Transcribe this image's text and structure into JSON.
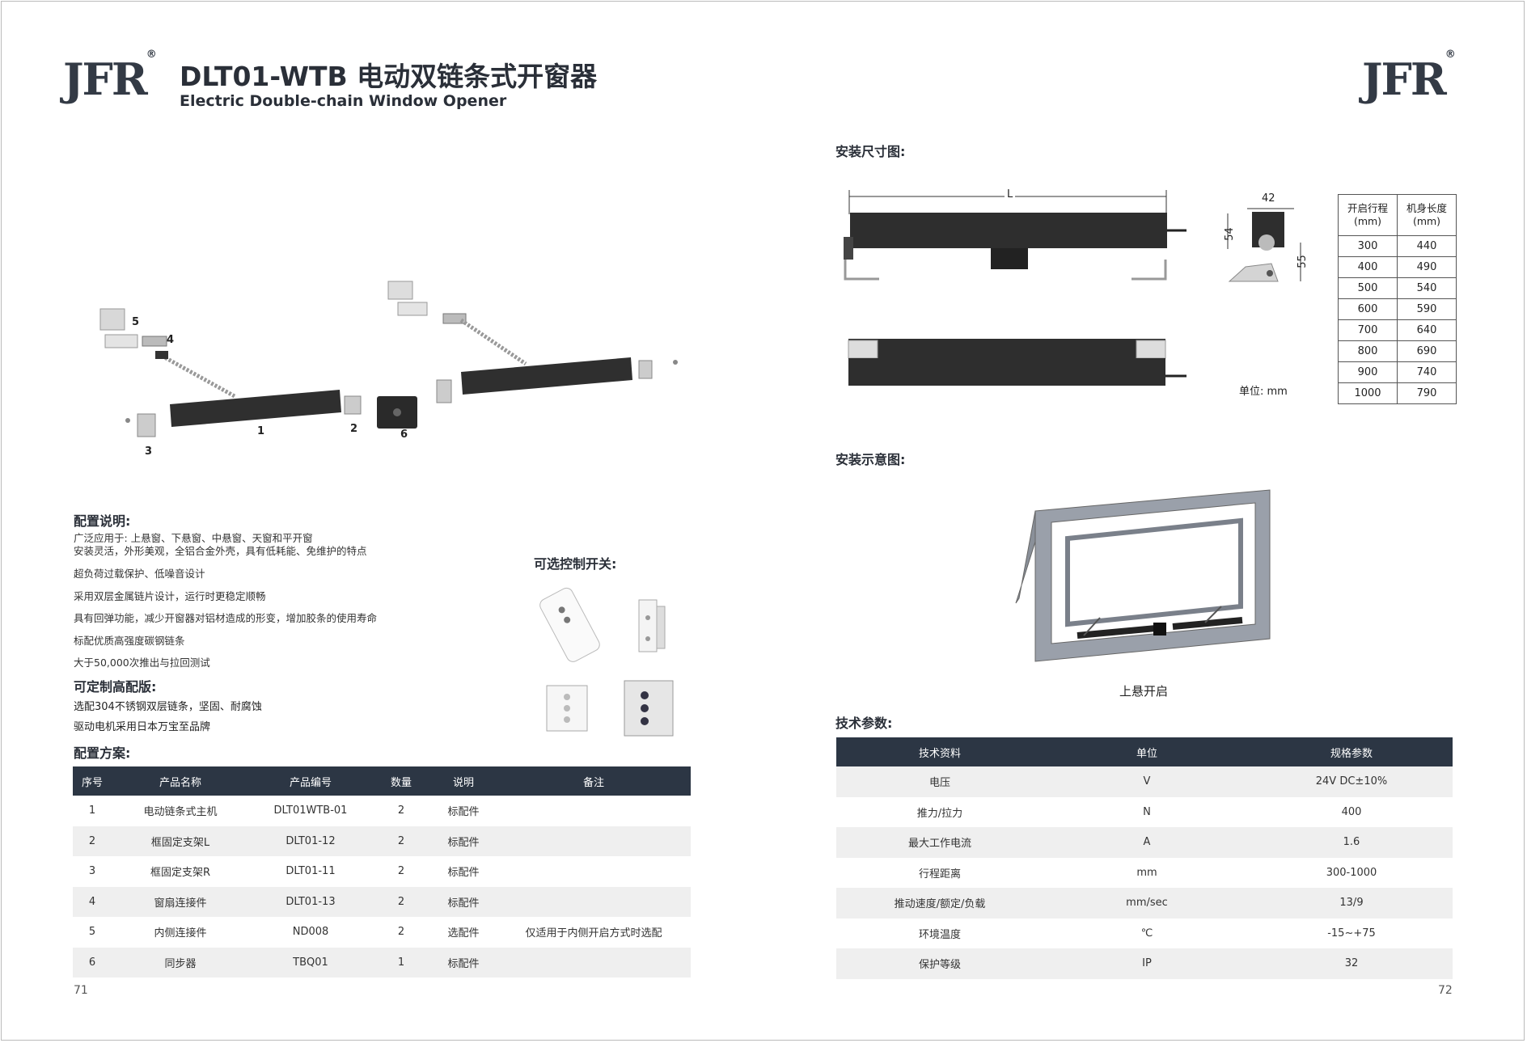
{
  "header": {
    "logo_left": "JFR",
    "logo_right": "JFR",
    "registered": "®",
    "title": "DLT01-WTB 电动双链条式开窗器",
    "subtitle": "Electric Double-chain Window Opener"
  },
  "callouts": [
    "5",
    "4",
    "1",
    "2",
    "6",
    "3"
  ],
  "config_desc": {
    "heading": "配置说明:",
    "lines": [
      "广泛应用于: 上悬窗、下悬窗、中悬窗、天窗和平开窗",
      "安装灵活，外形美观，全铝合金外壳，具有低耗能、免维护的特点",
      "超负荷过载保护、低噪音设计",
      "采用双层金属链片设计，运行时更稳定顺畅",
      "具有回弹功能，减少开窗器对铝材造成的形变，增加胶条的使用寿命",
      "标配优质高强度碳钢链条",
      "大于50,000次推出与拉回测试"
    ]
  },
  "custom": {
    "heading": "可定制高配版:",
    "lines": [
      "选配304不锈钢双层链条，坚固、耐腐蚀",
      "驱动电机采用日本万宝至品牌"
    ]
  },
  "switches": {
    "heading": "可选控制开关:"
  },
  "config_plan": {
    "heading": "配置方案:",
    "columns": [
      "序号",
      "产品名称",
      "产品编号",
      "数量",
      "说明",
      "备注"
    ],
    "rows": [
      [
        "1",
        "电动链条式主机",
        "DLT01WTB-01",
        "2",
        "标配件",
        ""
      ],
      [
        "2",
        "框固定支架L",
        "DLT01-12",
        "2",
        "标配件",
        ""
      ],
      [
        "3",
        "框固定支架R",
        "DLT01-11",
        "2",
        "标配件",
        ""
      ],
      [
        "4",
        "窗扇连接件",
        "DLT01-13",
        "2",
        "标配件",
        ""
      ],
      [
        "5",
        "内侧连接件",
        "ND008",
        "2",
        "选配件",
        "仅适用于内侧开启方式时选配"
      ],
      [
        "6",
        "同步器",
        "TBQ01",
        "1",
        "标配件",
        ""
      ]
    ]
  },
  "dimension": {
    "heading": "安装尺寸图:",
    "label_L": "L",
    "dim_42": "42",
    "dim_54": "54",
    "dim_55": "55",
    "unit": "单位: mm",
    "stroke_table": {
      "col1": "开启行程(mm)",
      "col2": "机身长度(mm)",
      "rows": [
        [
          "300",
          "440"
        ],
        [
          "400",
          "490"
        ],
        [
          "500",
          "540"
        ],
        [
          "600",
          "590"
        ],
        [
          "700",
          "640"
        ],
        [
          "800",
          "690"
        ],
        [
          "900",
          "740"
        ],
        [
          "1000",
          "790"
        ]
      ]
    }
  },
  "install": {
    "heading": "安装示意图:",
    "caption": "上悬开启"
  },
  "tech": {
    "heading": "技术参数:",
    "columns": [
      "技术资料",
      "单位",
      "规格参数"
    ],
    "rows": [
      [
        "电压",
        "V",
        "24V DC±10%"
      ],
      [
        "推力/拉力",
        "N",
        "400"
      ],
      [
        "最大工作电流",
        "A",
        "1.6"
      ],
      [
        "行程距离",
        "mm",
        "300-1000"
      ],
      [
        "推动速度/额定/负载",
        "mm/sec",
        "13/9"
      ],
      [
        "环境温度",
        "℃",
        "-15~+75"
      ],
      [
        "保护等级",
        "IP",
        "32"
      ]
    ]
  },
  "page_left": "71",
  "page_right": "72",
  "colors": {
    "header_bg": "#2c3644",
    "stripe": "#efefef",
    "actuator": "#2f2f2f"
  }
}
